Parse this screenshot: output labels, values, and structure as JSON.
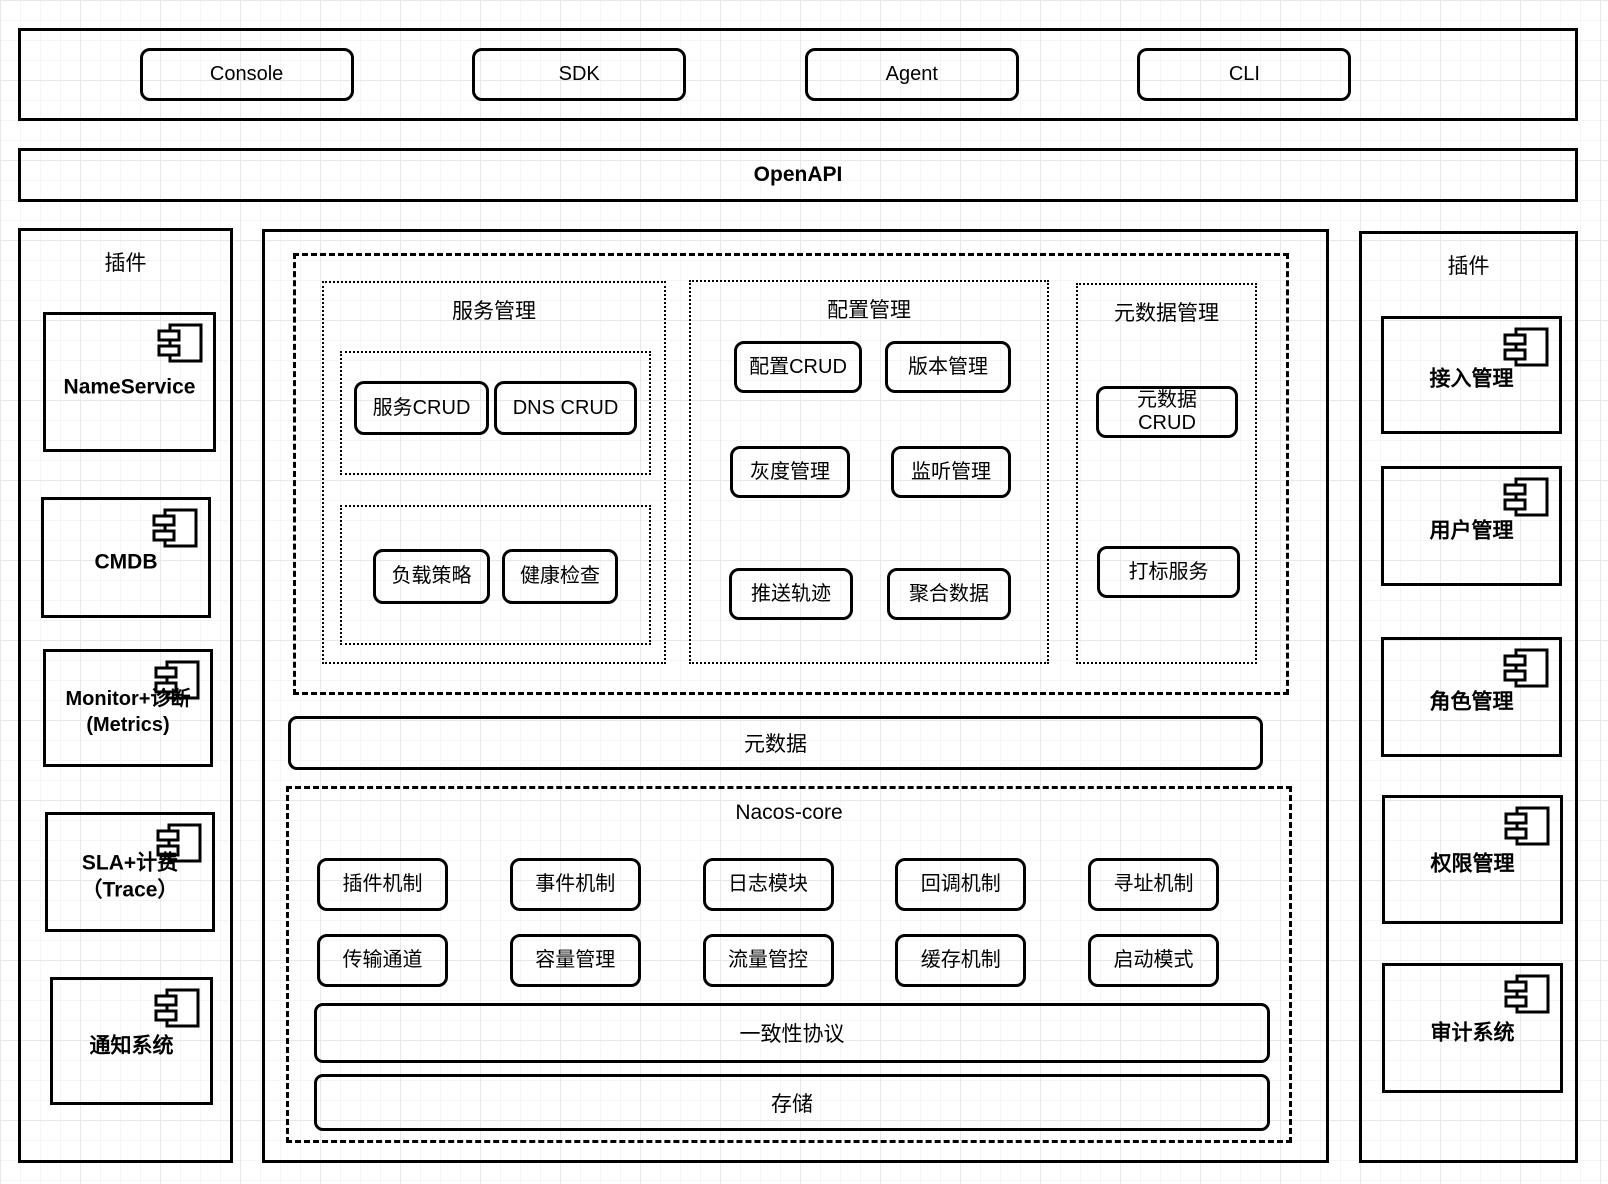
{
  "colors": {
    "stroke": "#000000",
    "background": "#ffffff",
    "grid_minor": "#f4f5f5",
    "grid_major": "#e7e9e9"
  },
  "icons": {
    "plugin_component": "uml-component-icon"
  },
  "clients": {
    "items": [
      {
        "label": "Console"
      },
      {
        "label": "SDK"
      },
      {
        "label": "Agent"
      },
      {
        "label": "CLI"
      }
    ]
  },
  "openapi_label": "OpenAPI",
  "left_plugins": {
    "title": "插件",
    "items": [
      {
        "line1": "NameService"
      },
      {
        "line1": "CMDB"
      },
      {
        "line1": "Monitor+诊断",
        "line2": "(Metrics)"
      },
      {
        "line1": "SLA+计费",
        "line2": "（Trace）"
      },
      {
        "line1": "通知系统"
      }
    ]
  },
  "right_plugins": {
    "title": "插件",
    "items": [
      {
        "line1": "接入管理"
      },
      {
        "line1": "用户管理"
      },
      {
        "line1": "角色管理"
      },
      {
        "line1": "权限管理"
      },
      {
        "line1": "审计系统"
      }
    ]
  },
  "functional_layer": {
    "service_mgmt": {
      "title": "服务管理",
      "group1": [
        "服务CRUD",
        "DNS CRUD"
      ],
      "group2": [
        "负载策略",
        "健康检查"
      ]
    },
    "config_mgmt": {
      "title": "配置管理",
      "items": [
        "配置CRUD",
        "版本管理",
        "灰度管理",
        "监听管理",
        "推送轨迹",
        "聚合数据"
      ]
    },
    "metadata_mgmt": {
      "title": "元数据管理",
      "item1_line1": "元数据",
      "item1_line2": "CRUD",
      "item2": "打标服务"
    }
  },
  "metadata_bar_label": "元数据",
  "nacos_core": {
    "title": "Nacos-core",
    "row1": [
      "插件机制",
      "事件机制",
      "日志模块",
      "回调机制",
      "寻址机制"
    ],
    "row2": [
      "传输通道",
      "容量管理",
      "流量管控",
      "缓存机制",
      "启动模式"
    ],
    "consistency_label": "一致性协议",
    "storage_label": "存储"
  }
}
